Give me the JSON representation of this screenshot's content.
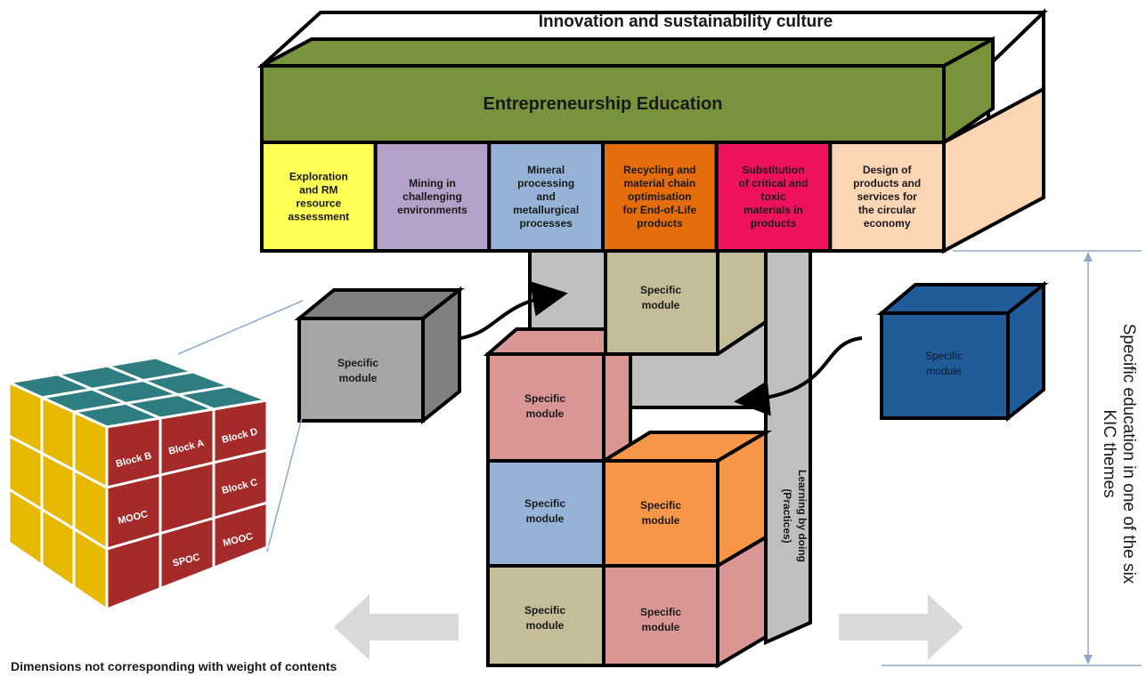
{
  "roof": {
    "culture": "Innovation and sustainability culture",
    "entrepreneurship": "Entrepreneurship Education"
  },
  "themes": [
    {
      "lines": [
        "Exploration",
        "and RM",
        "resource",
        "assessment"
      ],
      "color": "#ffff55"
    },
    {
      "lines": [
        "Mining in",
        "challenging",
        "environments"
      ],
      "color": "#b4a0c8"
    },
    {
      "lines": [
        "Mineral",
        "processing",
        "and",
        "metallurgical",
        "processes"
      ],
      "color": "#95b3d7"
    },
    {
      "lines": [
        "Recycling and",
        "material chain",
        "optimisation",
        "for End-of-Life",
        "products"
      ],
      "color": "#e46c0a"
    },
    {
      "lines": [
        "Substitution",
        "of critical and",
        "toxic",
        "materials in",
        "products"
      ],
      "color": "#f0115e"
    },
    {
      "lines": [
        "Design of",
        "products and",
        "services for",
        "the circular",
        "economy"
      ],
      "color": "#fcd5b4"
    }
  ],
  "module_label": [
    "Specific",
    "module"
  ],
  "practice_label": [
    "Learning by doing",
    "(Practices)"
  ],
  "right_axis_label": [
    "Specific education in one of the six",
    "KIC themes"
  ],
  "footnote": "Dimensions not corresponding with weight of contents",
  "rubik_blocks": [
    "Block B",
    "Block A",
    "Block D",
    "Block C",
    "MOOC",
    "SPOC",
    "MOOC"
  ],
  "colors": {
    "green": "#77933c",
    "gray": "#a6a6a6",
    "khaki": "#c4bd97",
    "pink": "#da9694",
    "blue": "#95b3d7",
    "orange": "#f79646",
    "navy": "#1f5c99",
    "rubik_red": "#a52a2a",
    "rubik_yellow": "#e6b800",
    "rubik_teal": "#2e7d80"
  }
}
